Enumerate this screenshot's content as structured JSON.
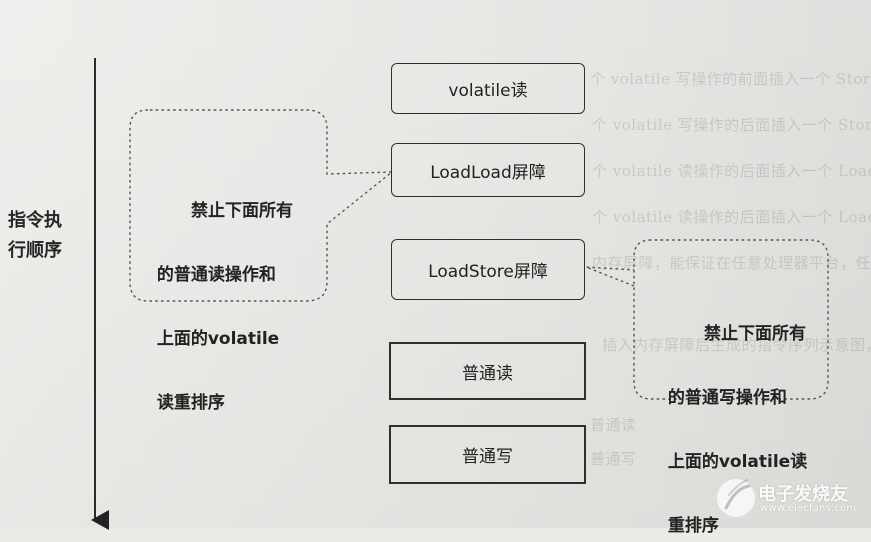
{
  "axis": {
    "label": "指令执\n行顺序"
  },
  "boxes": {
    "volatile_read": "volatile读",
    "loadload_barrier": "LoadLoad屏障",
    "loadstore_barrier": "LoadStore屏障",
    "normal_read": "普通读",
    "normal_write": "普通写"
  },
  "callouts": {
    "left": {
      "line1": "禁止下面所有",
      "line2": "的普通读操作和",
      "line3": "上面的volatile",
      "line4": "读重排序"
    },
    "right": {
      "line1": "禁止下面所有",
      "line2": "的普通写操作和",
      "line3": "上面的volatile读",
      "line4": "重排序"
    }
  },
  "watermark": {
    "chinese": "电子发烧友",
    "url": "www.elecfans.com"
  }
}
